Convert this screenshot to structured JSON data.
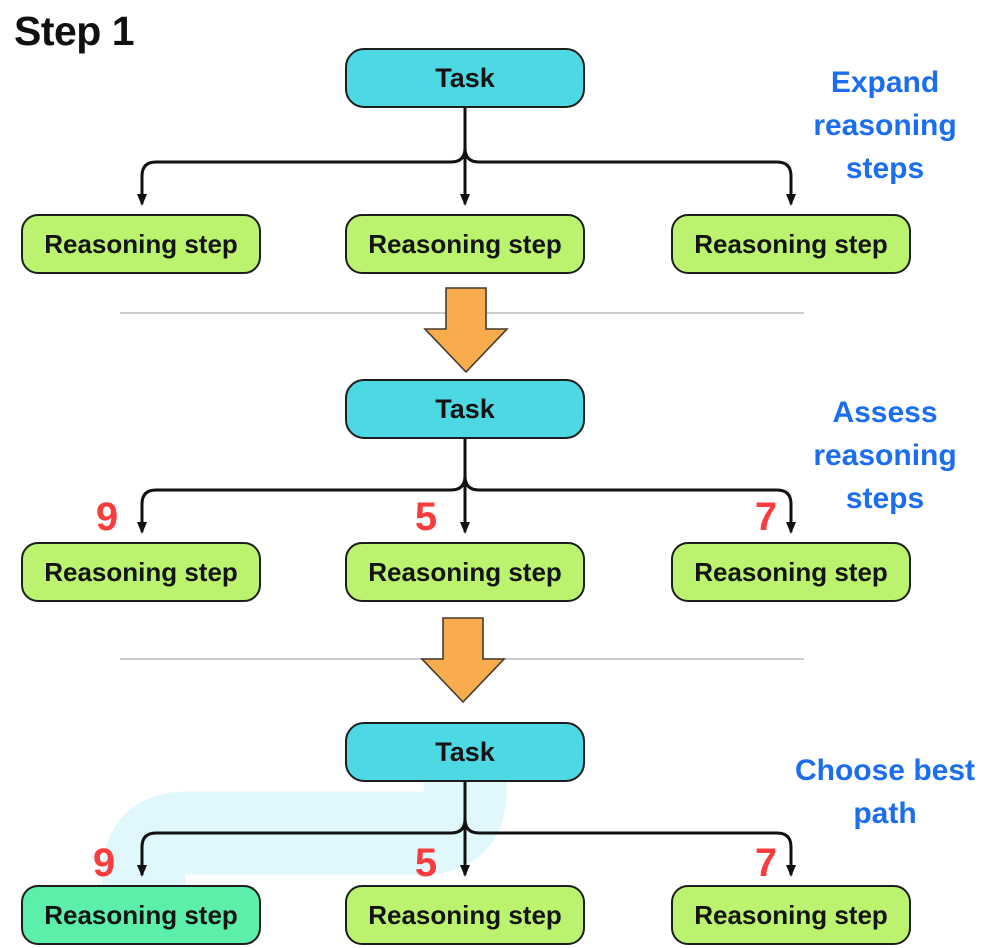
{
  "title": "Step 1",
  "colors": {
    "task_fill": "#4dd9e3",
    "step_fill": "#bbf36e",
    "chosen_step_fill": "#5cefa9",
    "score_red": "#fb3c3c",
    "label_blue": "#1b6df2",
    "arrow_orange": "#f8ac4e",
    "highlight_band": "#e0f8fb",
    "connector_black": "#111111",
    "divider_gray": "#cccccc"
  },
  "panels": [
    {
      "name": "expand",
      "side_label": "Expand reasoning steps",
      "task_label": "Task",
      "steps": [
        {
          "label": "Reasoning step",
          "highlighted": false
        },
        {
          "label": "Reasoning step",
          "highlighted": false
        },
        {
          "label": "Reasoning step",
          "highlighted": false
        }
      ],
      "scores": []
    },
    {
      "name": "assess",
      "side_label": "Assess reasoning steps",
      "task_label": "Task",
      "steps": [
        {
          "label": "Reasoning step",
          "highlighted": false
        },
        {
          "label": "Reasoning step",
          "highlighted": false
        },
        {
          "label": "Reasoning step",
          "highlighted": false
        }
      ],
      "scores": [
        "9",
        "5",
        "7"
      ]
    },
    {
      "name": "choose",
      "side_label": "Choose best path",
      "task_label": "Task",
      "steps": [
        {
          "label": "Reasoning step",
          "highlighted": true
        },
        {
          "label": "Reasoning step",
          "highlighted": false
        },
        {
          "label": "Reasoning step",
          "highlighted": false
        }
      ],
      "scores": [
        "9",
        "5",
        "7"
      ]
    }
  ]
}
